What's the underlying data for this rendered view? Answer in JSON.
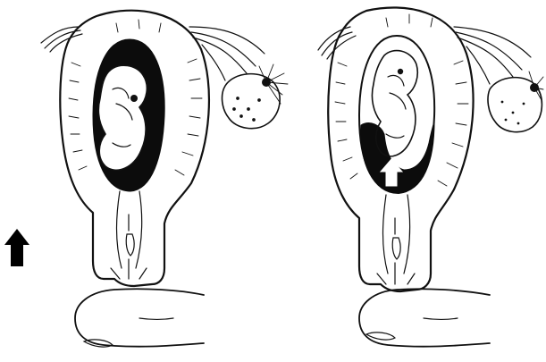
{
  "figure": {
    "panels": [
      {
        "id": "left",
        "description": "uterus-with-fetus",
        "ovary": "ovary-with-follicle",
        "finger": "examining-finger"
      },
      {
        "id": "right",
        "description": "uterus-with-fetus-displaced",
        "ovary": "ovary-with-follicle",
        "finger": "examining-finger"
      }
    ],
    "arrows": [
      {
        "icon": "arrow-up-icon",
        "fill": "#000000"
      },
      {
        "icon": "arrow-up-icon",
        "fill": "#ffffff"
      }
    ],
    "ink_color": "#111111",
    "background": "#ffffff"
  }
}
